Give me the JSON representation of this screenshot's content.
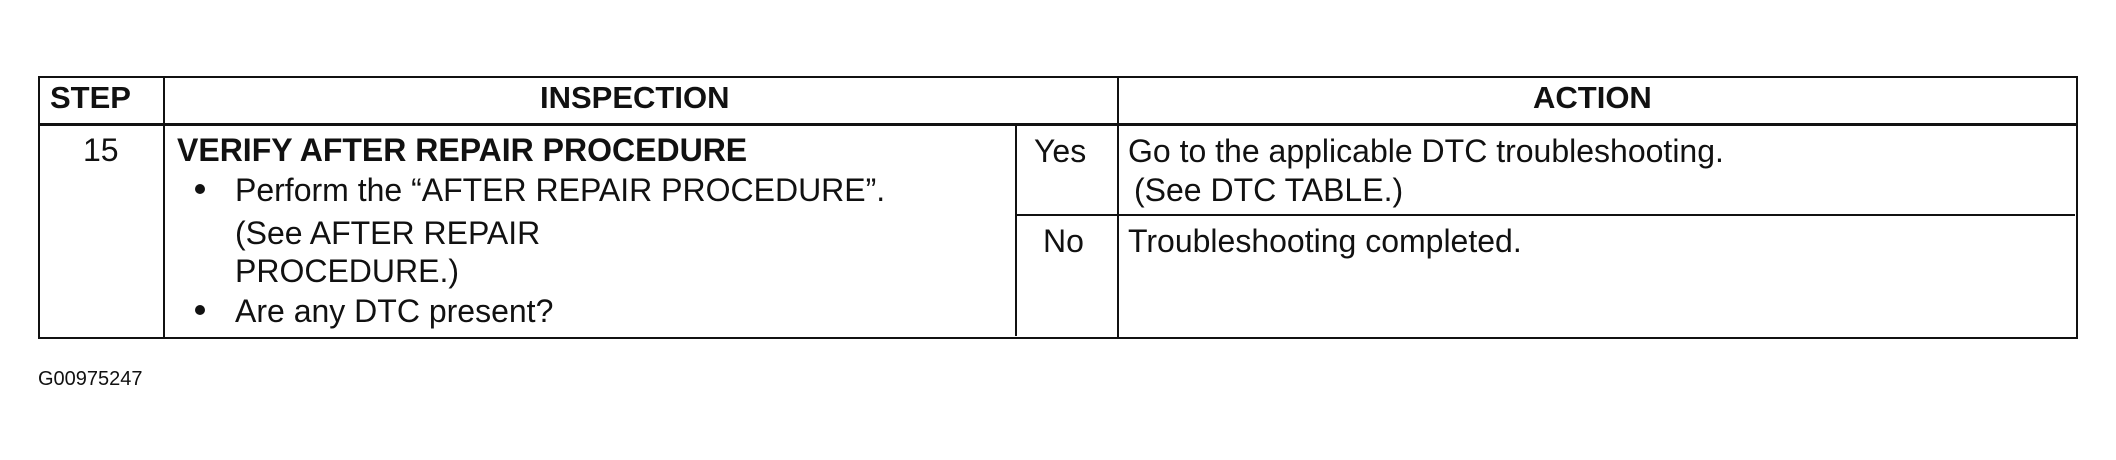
{
  "table": {
    "headers": {
      "step": "STEP",
      "inspection": "INSPECTION",
      "action": "ACTION"
    },
    "row": {
      "step_number": "15",
      "title": "VERIFY AFTER REPAIR PROCEDURE",
      "bullets": [
        {
          "lines": [
            "Perform the “AFTER REPAIR PROCEDURE”.",
            " (See AFTER REPAIR",
            "PROCEDURE.)"
          ]
        },
        {
          "lines": [
            "Are any DTC present?"
          ]
        }
      ],
      "answers": [
        {
          "label": "Yes",
          "action_lines": [
            "Go to the applicable DTC troubleshooting.",
            " (See  DTC TABLE.)"
          ]
        },
        {
          "label": "No",
          "action_lines": [
            "Troubleshooting completed."
          ]
        }
      ]
    }
  },
  "figure_id": "G00975247"
}
